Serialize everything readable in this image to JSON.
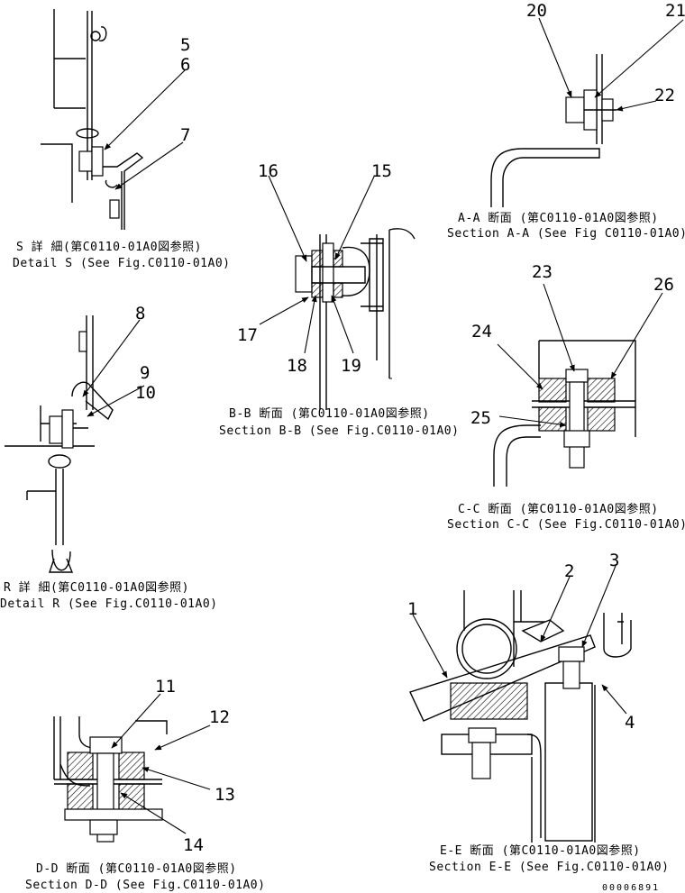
{
  "drawing": {
    "callouts": [
      "1",
      "2",
      "3",
      "4",
      "5",
      "6",
      "7",
      "8",
      "9",
      "10",
      "11",
      "12",
      "13",
      "14",
      "15",
      "16",
      "17",
      "18",
      "19",
      "20",
      "21",
      "22",
      "23",
      "24",
      "25",
      "26"
    ],
    "sheet_number": "00006891"
  },
  "views": {
    "detail_s": {
      "jp": "S 詳 細(第C0110-01A0図参照)",
      "en": "Detail S (See Fig.C0110-01A0)"
    },
    "detail_r": {
      "jp": "R 詳 細(第C0110-01A0図参照)",
      "en": "Detail R (See Fig.C0110-01A0)"
    },
    "section_bb": {
      "jp": "B-B 断面 (第C0110-01A0図参照)",
      "en": "Section B-B (See Fig.C0110-01A0)"
    },
    "section_aa": {
      "jp": "A-A 断面 (第C0110-01A0図参照)",
      "en": "Section A-A (See Fig C0110-01A0)"
    },
    "section_cc": {
      "jp": "C-C 断面 (第C0110-01A0図参照)",
      "en": "Section C-C (See Fig.C0110-01A0)"
    },
    "section_dd": {
      "jp": "D-D 断面 (第C0110-01A0図参照)",
      "en": "Section D-D (See Fig.C0110-01A0)"
    },
    "section_ee": {
      "jp": "E-E 断面 (第C0110-01A0図参照)",
      "en": "Section E-E (See Fig.C0110-01A0)"
    }
  }
}
